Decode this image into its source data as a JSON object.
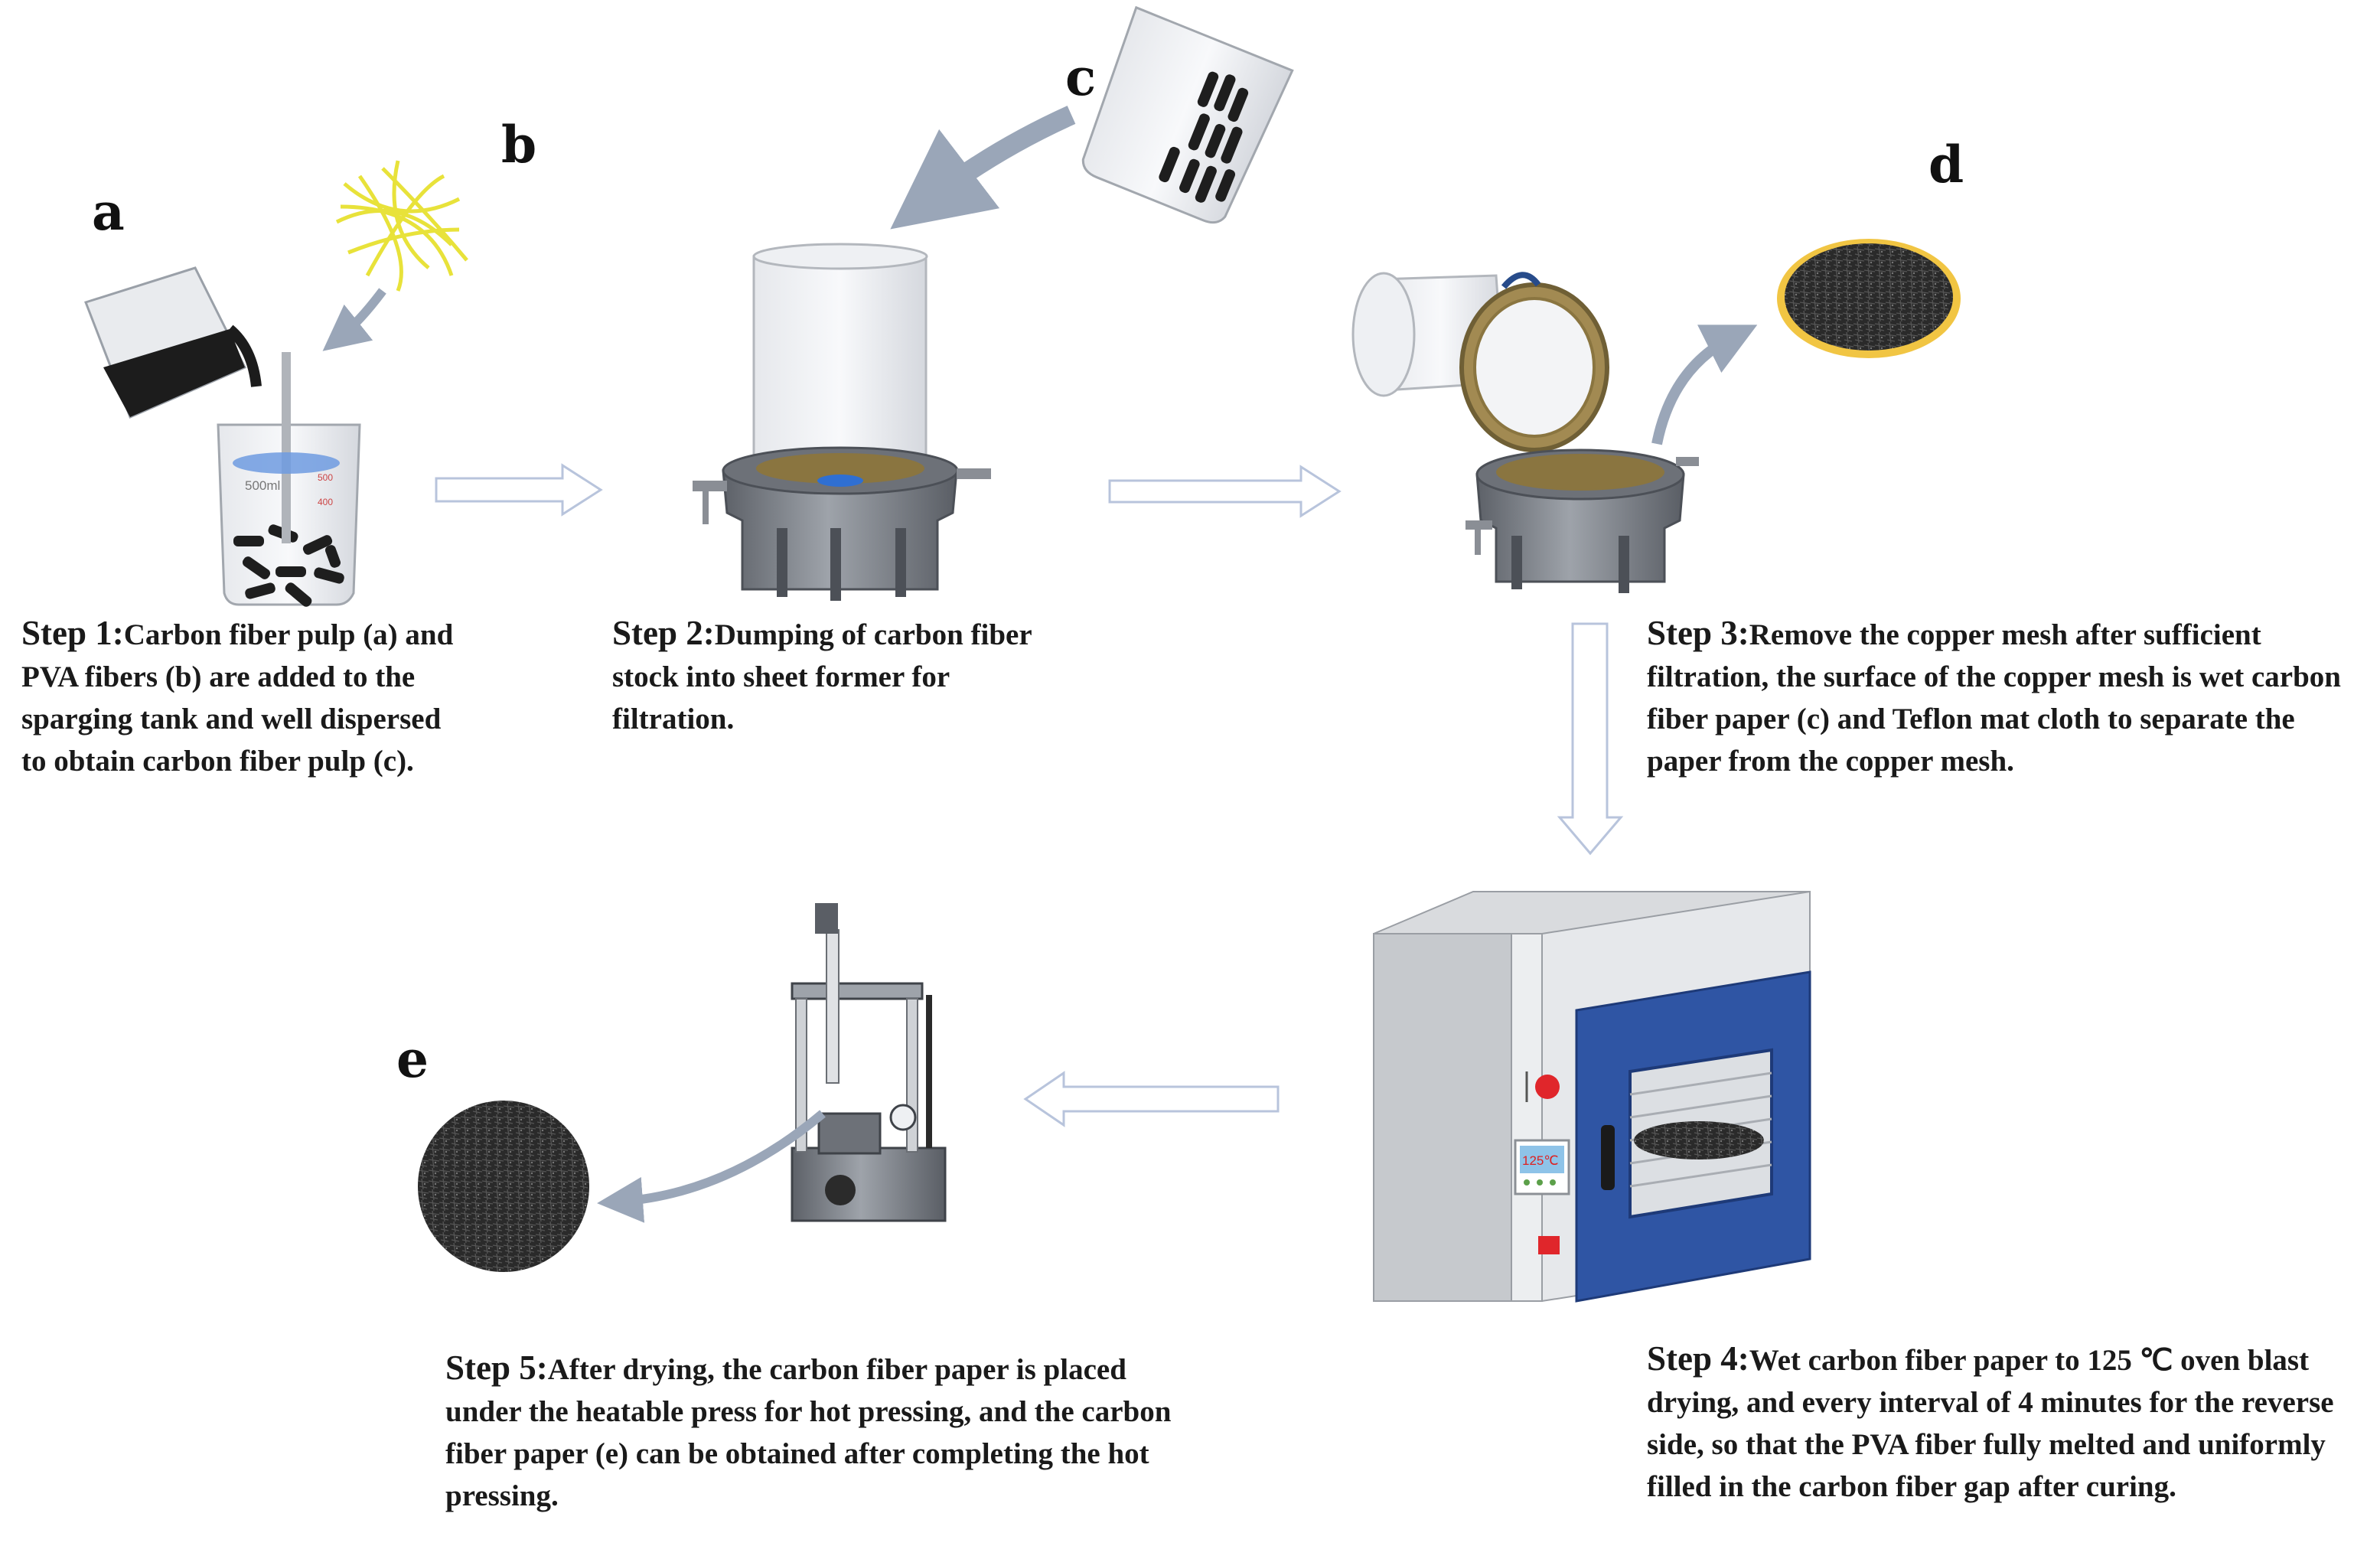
{
  "labels": {
    "a": "a",
    "b": "b",
    "c": "c",
    "d": "d",
    "e": "e"
  },
  "steps": {
    "step1": {
      "head": "Step 1:",
      "text": "Carbon fiber pulp (a) and PVA fibers (b) are added to the sparging tank and well dispersed to obtain carbon fiber pulp (c)."
    },
    "step2": {
      "head": "Step 2:",
      "text": "Dumping of carbon fiber stock into sheet former for filtration."
    },
    "step3": {
      "head": "Step 3:",
      "text": "Remove the copper mesh after sufficient filtration, the surface of the copper mesh is wet carbon fiber paper (c) and Teflon mat cloth to separate the paper from the copper mesh."
    },
    "step4": {
      "head": "Step 4:",
      "text": "Wet carbon fiber paper to 125 ℃ oven blast drying, and every interval of 4 minutes for the reverse side, so that the PVA fiber fully melted and uniformly filled in the carbon fiber gap after curing."
    },
    "step5": {
      "head": "Step 5:",
      "text": "After drying, the carbon fiber paper is placed under the heatable press for hot pressing, and the carbon fiber paper (e) can be obtained after completing the hot pressing."
    }
  },
  "beaker_marks": {
    "volume": "500ml",
    "mark_high": "500",
    "mark_low": "400"
  },
  "oven_display": "125℃",
  "colors": {
    "carbon": "#1e1e1e",
    "pva_fiber": "#e8e23a",
    "steel": "#7d8188",
    "brass": "#8a7540",
    "oven_door": "#2f55a4",
    "flow_arrow": "#b8c4dc",
    "curved_arrow": "#9aa6b8"
  }
}
